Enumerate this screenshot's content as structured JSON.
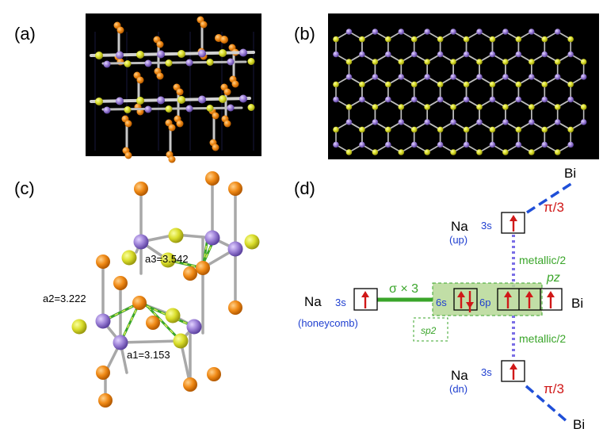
{
  "panels": {
    "a": "(a)",
    "b": "(b)",
    "c": "(c)",
    "d": "(d)"
  },
  "structure_c": {
    "a1": "a1=3.153",
    "a2": "a2=3.222",
    "a3": "a3=3.542"
  },
  "diagram_d": {
    "bi_top": "Bi",
    "bi_bottom": "Bi",
    "bi_right": "Bi",
    "na_up": "Na",
    "na_up_sub": "(up)",
    "na_left": "Na",
    "na_left_sub": "(honeycomb)",
    "na_dn": "Na",
    "na_dn_sub": "(dn)",
    "orb_3s_up": "3s",
    "orb_3s_left": "3s",
    "orb_3s_dn": "3s",
    "orb_6s": "6s",
    "orb_6p": "6p",
    "pi_top": "π/3",
    "pi_bottom": "π/3",
    "metallic_top": "metallic/2",
    "metallic_bottom": "metallic/2",
    "pz": "pz",
    "sigma": "σ × 3",
    "sp2": "sp2"
  },
  "colors": {
    "na_atom": "#9b7fd6",
    "bi_atom_b": "#d9dd2a",
    "bi_atom_a": "#f08a16",
    "bond": "#b4b4b4",
    "green_bond": "#3aa52a",
    "blue_dash": "#1f4fd8",
    "metallic_dot": "#7b6fe6",
    "arrow": "#d01818"
  }
}
